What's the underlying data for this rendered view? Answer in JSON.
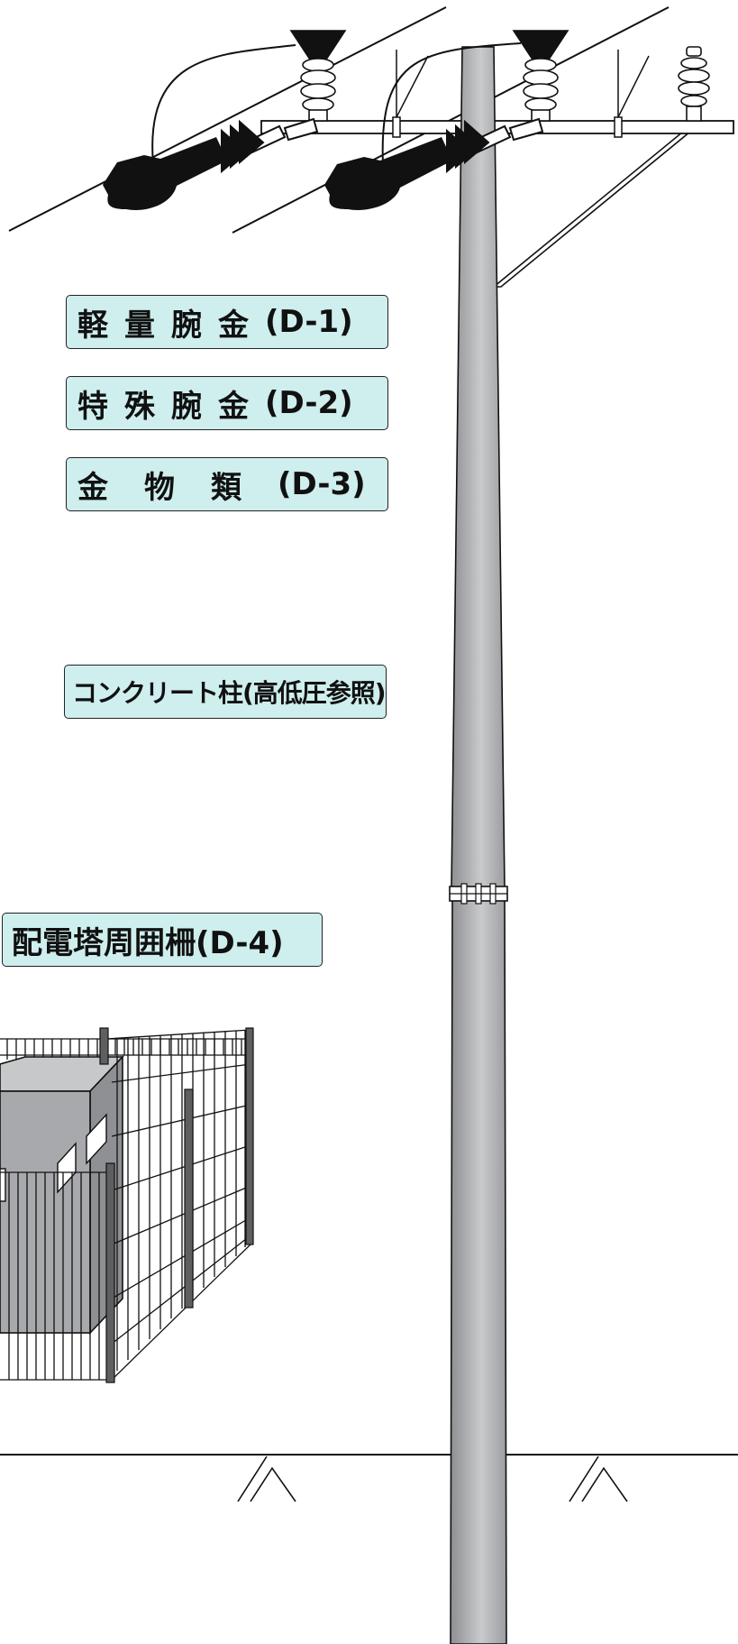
{
  "colors": {
    "label_fill": "#cfeeee",
    "pole_gray": "#a9aaad",
    "pole_light": "#d4d5d7",
    "building_gray": "#9a9b9d"
  },
  "labels": {
    "light_arm": {
      "text": "軽量腕金",
      "code": "(D-1)"
    },
    "special_arm": {
      "text": "特殊腕金",
      "code": "(D-2)"
    },
    "hardware": {
      "text": "金物類",
      "code": "(D-3)"
    },
    "concrete_pole": {
      "text": "コンクリート柱(高低圧参照)"
    },
    "fence": {
      "text": "配電塔周囲柵(D-4)"
    }
  }
}
